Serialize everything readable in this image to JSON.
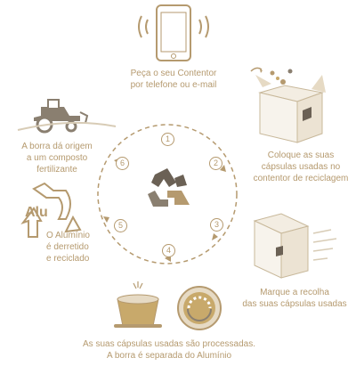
{
  "colors": {
    "accent": "#b59a6f",
    "dark": "#6b6155",
    "light": "#e6dac4",
    "fill": "#f3ede2"
  },
  "steps": [
    {
      "number": "1",
      "caption_lines": [
        "Peça o seu Contentor",
        "por telefone ou e-mail"
      ],
      "icon": "smartphone-icon"
    },
    {
      "number": "2",
      "caption_lines": [
        "Coloque as suas",
        "cápsulas usadas no",
        "contentor de reciclagem"
      ],
      "icon": "recycling-box-icon"
    },
    {
      "number": "3",
      "caption_lines": [
        "Marque a recolha",
        "das suas cápsulas usadas"
      ],
      "icon": "box-delivery-icon"
    },
    {
      "number": "4",
      "caption_lines": [
        "As suas cápsulas usadas são processadas.",
        "A borra é separada do Alumínio"
      ],
      "icon": "capsules-icon"
    },
    {
      "number": "5",
      "caption_lines": [
        "O Alumínio",
        "é derretido",
        "e reciclado"
      ],
      "icon": "aluminium-recycle-icon",
      "icon_label": "Alu"
    },
    {
      "number": "6",
      "caption_lines": [
        "A borra dá origem",
        "a um composto",
        "fertilizante"
      ],
      "icon": "tractor-icon"
    }
  ],
  "center_icon": "recycle-icon"
}
